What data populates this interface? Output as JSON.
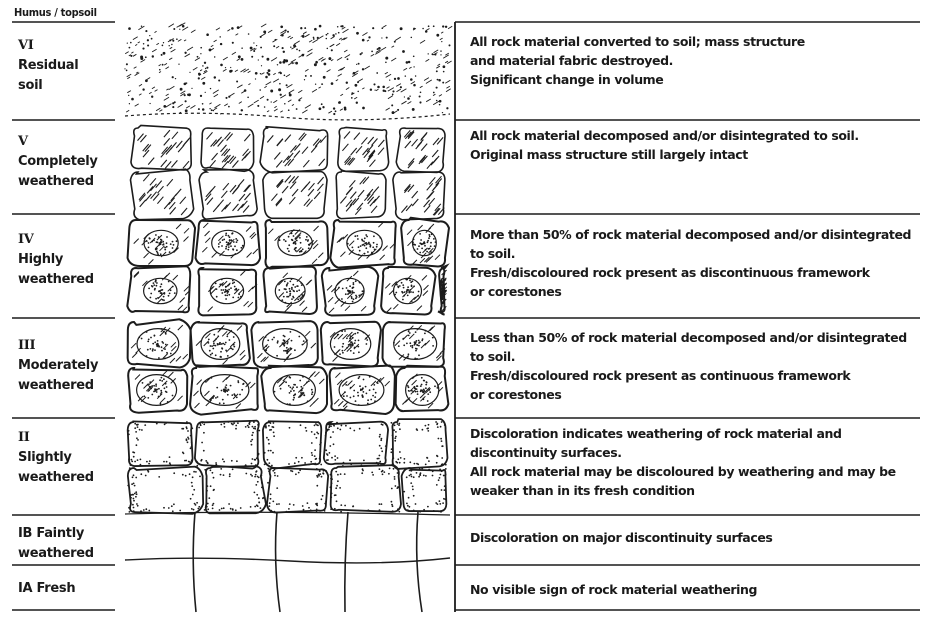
{
  "header": "Humus / topsoil",
  "grades": [
    {
      "grade": "VI",
      "name": [
        "Residual",
        "soil"
      ],
      "description": [
        "All rock material converted to soil; mass structure",
        "and material fabric destroyed.",
        "Significant change in volume"
      ]
    },
    {
      "grade": "V",
      "name": [
        "Completely",
        "weathered"
      ],
      "description": [
        "All rock material decomposed and/or disintegrated to soil.",
        "Original mass structure still largely intact"
      ]
    },
    {
      "grade": "IV",
      "name": [
        "Highly",
        "weathered"
      ],
      "description": [
        "More than 50% of rock material decomposed and/or disintegrated",
        "to soil.",
        "Fresh/discoloured rock present as discontinuous framework",
        "or corestones"
      ]
    },
    {
      "grade": "III",
      "name": [
        "Moderately",
        "weathered"
      ],
      "description": [
        "Less than 50% of rock material decomposed and/or disintegrated",
        "to soil.",
        "Fresh/discoloured rock present as continuous framework",
        "or corestones"
      ]
    },
    {
      "grade": "II",
      "name": [
        "Slightly",
        "weathered"
      ],
      "description": [
        "Discoloration indicates weathering of rock material and",
        "discontinuity surfaces.",
        "All rock material may be discoloured by weathering and may be",
        "weaker than in its fresh condition"
      ]
    },
    {
      "grade": "IB",
      "name": [
        "Faintly",
        "weathered"
      ],
      "combined_label": "IB Faintly",
      "description": [
        "Discoloration on major discontinuity surfaces"
      ]
    },
    {
      "grade": "IA",
      "name": [
        "Fresh"
      ],
      "combined_label": "IA Fresh",
      "description": [
        "No visible sign of rock material weathering"
      ]
    }
  ]
}
